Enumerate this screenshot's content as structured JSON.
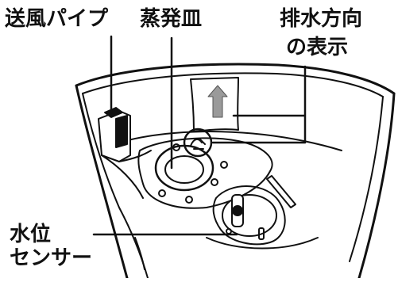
{
  "labels": {
    "fan_pipe": "送風パイプ",
    "evaporation_tray": "蒸発皿",
    "drain_direction_line1": "排水方向",
    "drain_direction_line2": "の表示",
    "water_sensor_line1": "水位",
    "water_sensor_line2": "センサー"
  },
  "colors": {
    "ink": "#111111",
    "arrow_fill": "#9a9a9a",
    "background": "#ffffff"
  },
  "icons": {
    "drain_arrow": "up-arrow-icon",
    "drain_mark": "circle-mark-icon"
  }
}
